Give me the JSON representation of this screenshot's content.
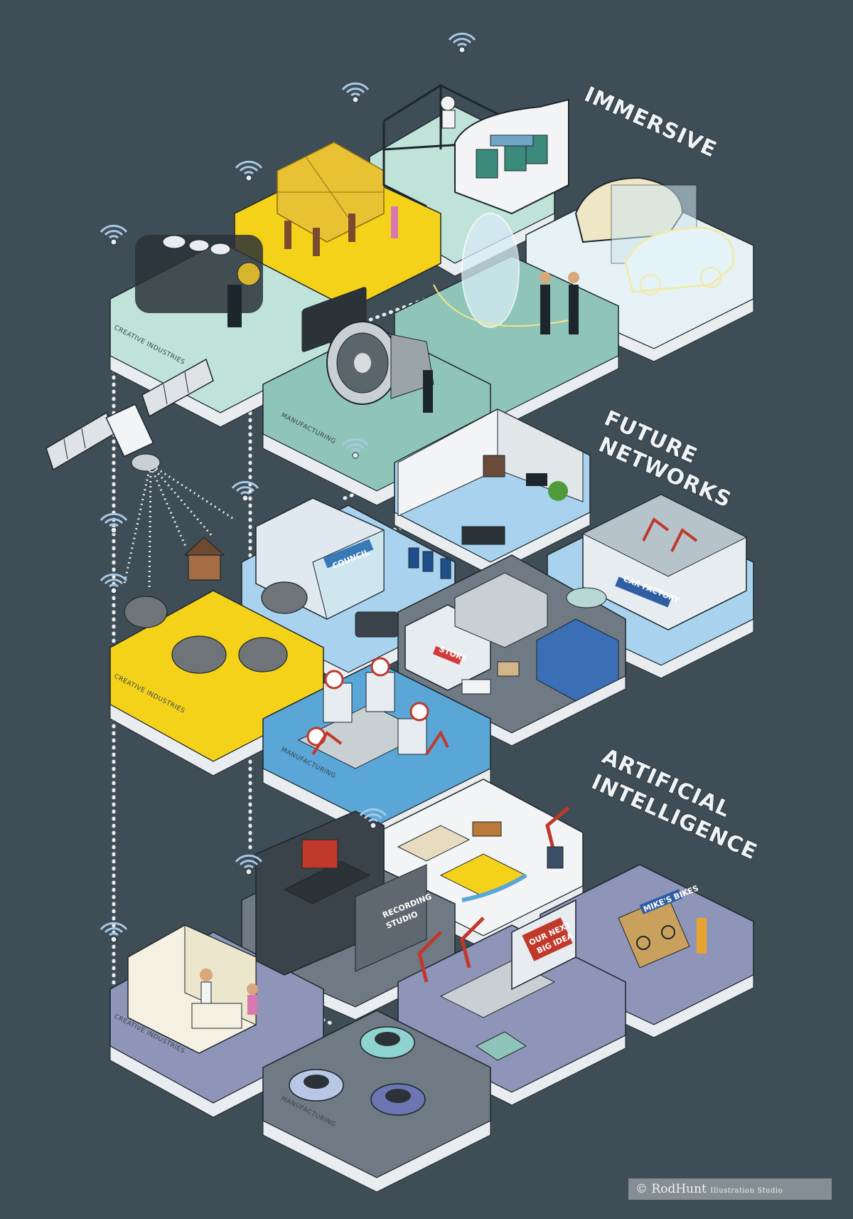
{
  "headings": {
    "immersive": "IMMERSIVE",
    "future_networks_1": "FUTURE",
    "future_networks_2": "NETWORKS",
    "artificial_intelligence_1": "ARTIFICIAL",
    "artificial_intelligence_2": "INTELLIGENCE"
  },
  "tile_labels": {
    "creative_industries": "CREATIVE INDUSTRIES",
    "manufacturing": "MANUFACTURING"
  },
  "signs": {
    "council": "COUNCIL",
    "car_factory": "CAR FACTORY",
    "store": "STORE",
    "recording_studio_1": "RECORDING",
    "recording_studio_2": "STUDIO",
    "next_idea_1": "OUR NEXT",
    "next_idea_2": "BIG IDEA",
    "bikes": "MIKE'S BIKES"
  },
  "credit": {
    "brand": "© RodHunt",
    "suffix": "Illustration Studio"
  },
  "colors": {
    "background": "#3f4d56",
    "tile_side": "#e9edf0",
    "teal_floor": "#8fc5b8",
    "mint_floor": "#bfe3d9",
    "yellow_floor": "#f5d21a",
    "blue_floor": "#5aa6d6",
    "light_blue_floor": "#a9d2ee",
    "grey_floor": "#6f7a85",
    "violet_floor": "#8f95b8",
    "wifi": "#a8c9e6"
  }
}
